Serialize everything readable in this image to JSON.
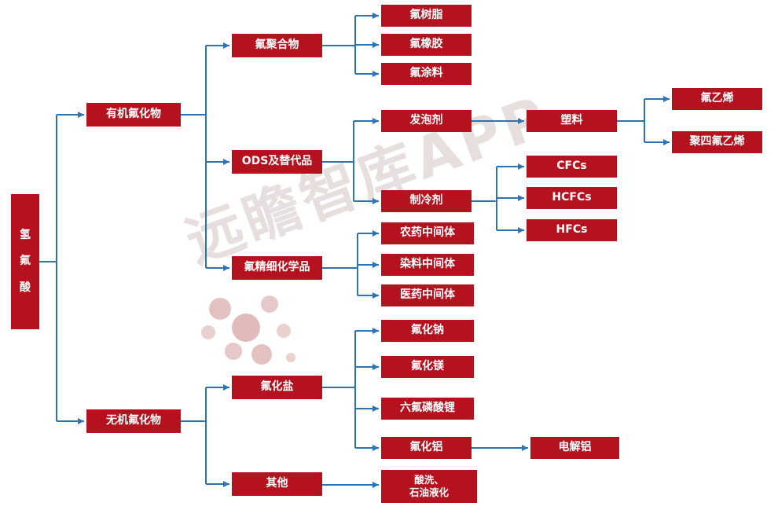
{
  "colors": {
    "box": "#B5121F",
    "line": "#2E74B5",
    "text": "#FFFFFF"
  },
  "watermark": {
    "text": "远瞻智库APP"
  },
  "nodes": {
    "root": "氢氟酸",
    "organic_fluorides": "有机氟化物",
    "inorganic_fluorides": "无机氟化物",
    "fluoropolymers": "氟聚合物",
    "ods_substitutes": "ODS及替代品",
    "fluorine_fine_chemicals": "氟精细化学品",
    "fluoride_salts": "氟化盐",
    "others": "其他",
    "fluororesin": "氟树脂",
    "fluororubber": "氟橡胶",
    "fluorocoating": "氟涂料",
    "foaming_agent": "发泡剂",
    "refrigerant": "制冷剂",
    "pesticide_intermediates": "农药中间体",
    "dye_intermediates": "染料中间体",
    "pharma_intermediates": "医药中间体",
    "sodium_fluoride": "氟化钠",
    "magnesium_fluoride": "氟化镁",
    "lithium_hexafluorophosphate": "六氟磷酸锂",
    "aluminum_fluoride": "氟化铝",
    "acid_wash_petroleum": "酸洗、\n石油液化",
    "plastics": "塑料",
    "cfcs": "CFCs",
    "hcfcs": "HCFCs",
    "hfcs": "HFCs",
    "electrolytic_aluminum": "电解铝",
    "vinyl_fluoride": "氟乙烯",
    "ptfe": "聚四氟乙烯"
  }
}
